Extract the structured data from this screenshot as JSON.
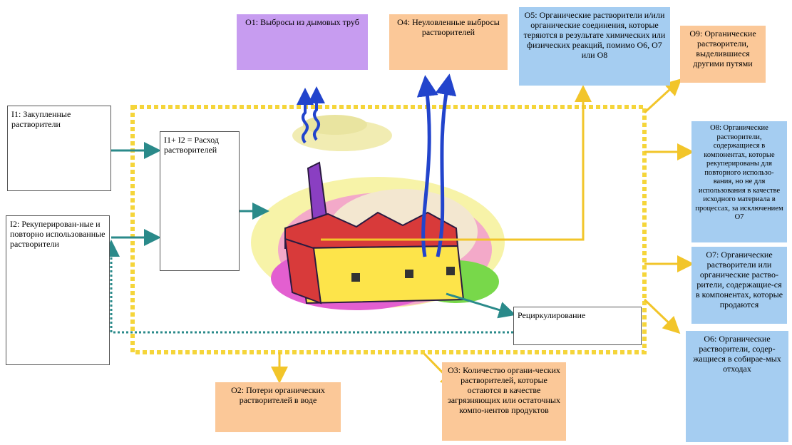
{
  "boxes": {
    "i1": "I1: Закупленные растворители",
    "consumption": "I1+ I2 = Расход растворителей",
    "i2": "I2: Рекуперирован-ные и повторно использованные растворители",
    "o1": "O1: Выбросы из дымовых труб",
    "o4": "O4: Неуловленные выбросы растворителей",
    "o5": "O5: Органические растворители и/или органические соединения, которые теряются в результате химических или физических реакций, помимо O6, O7 или O8",
    "o9": "O9: Органические растворители, выделившиеся другими путями",
    "o8": "O8: Органические растворители, содержащиеся в компонентах, которые рекуперированы для повторного использо-вания, но не для использования в качестве исходного материала в процессах, за исключением O7",
    "o7": "O7: Органические растворители или органические раство-рители, содержащие-ся в компонентах, которые продаются",
    "o6": "O6: Органические растворители, содер-жащиеся в собирае-мых отходах",
    "recycling": "Рециркулирование",
    "o2": "O2: Потери органических растворителей в воде",
    "o3": "O3: Количество органи-ческих растворителей, которые остаются в качестве загрязняющих или остаточных компо-нентов продуктов"
  },
  "colors": {
    "purple": "#c79cf0",
    "peach": "#fbc898",
    "blue": "#a5cdf1",
    "boundary": "#f5d53a",
    "arrow_yellow": "#f2c52a",
    "arrow_teal": "#2a8a8a",
    "emission_blue": "#2244cc"
  },
  "icons": [
    "money-icon",
    "recycle-icon",
    "factory-icon",
    "waste-cart-icon"
  ]
}
